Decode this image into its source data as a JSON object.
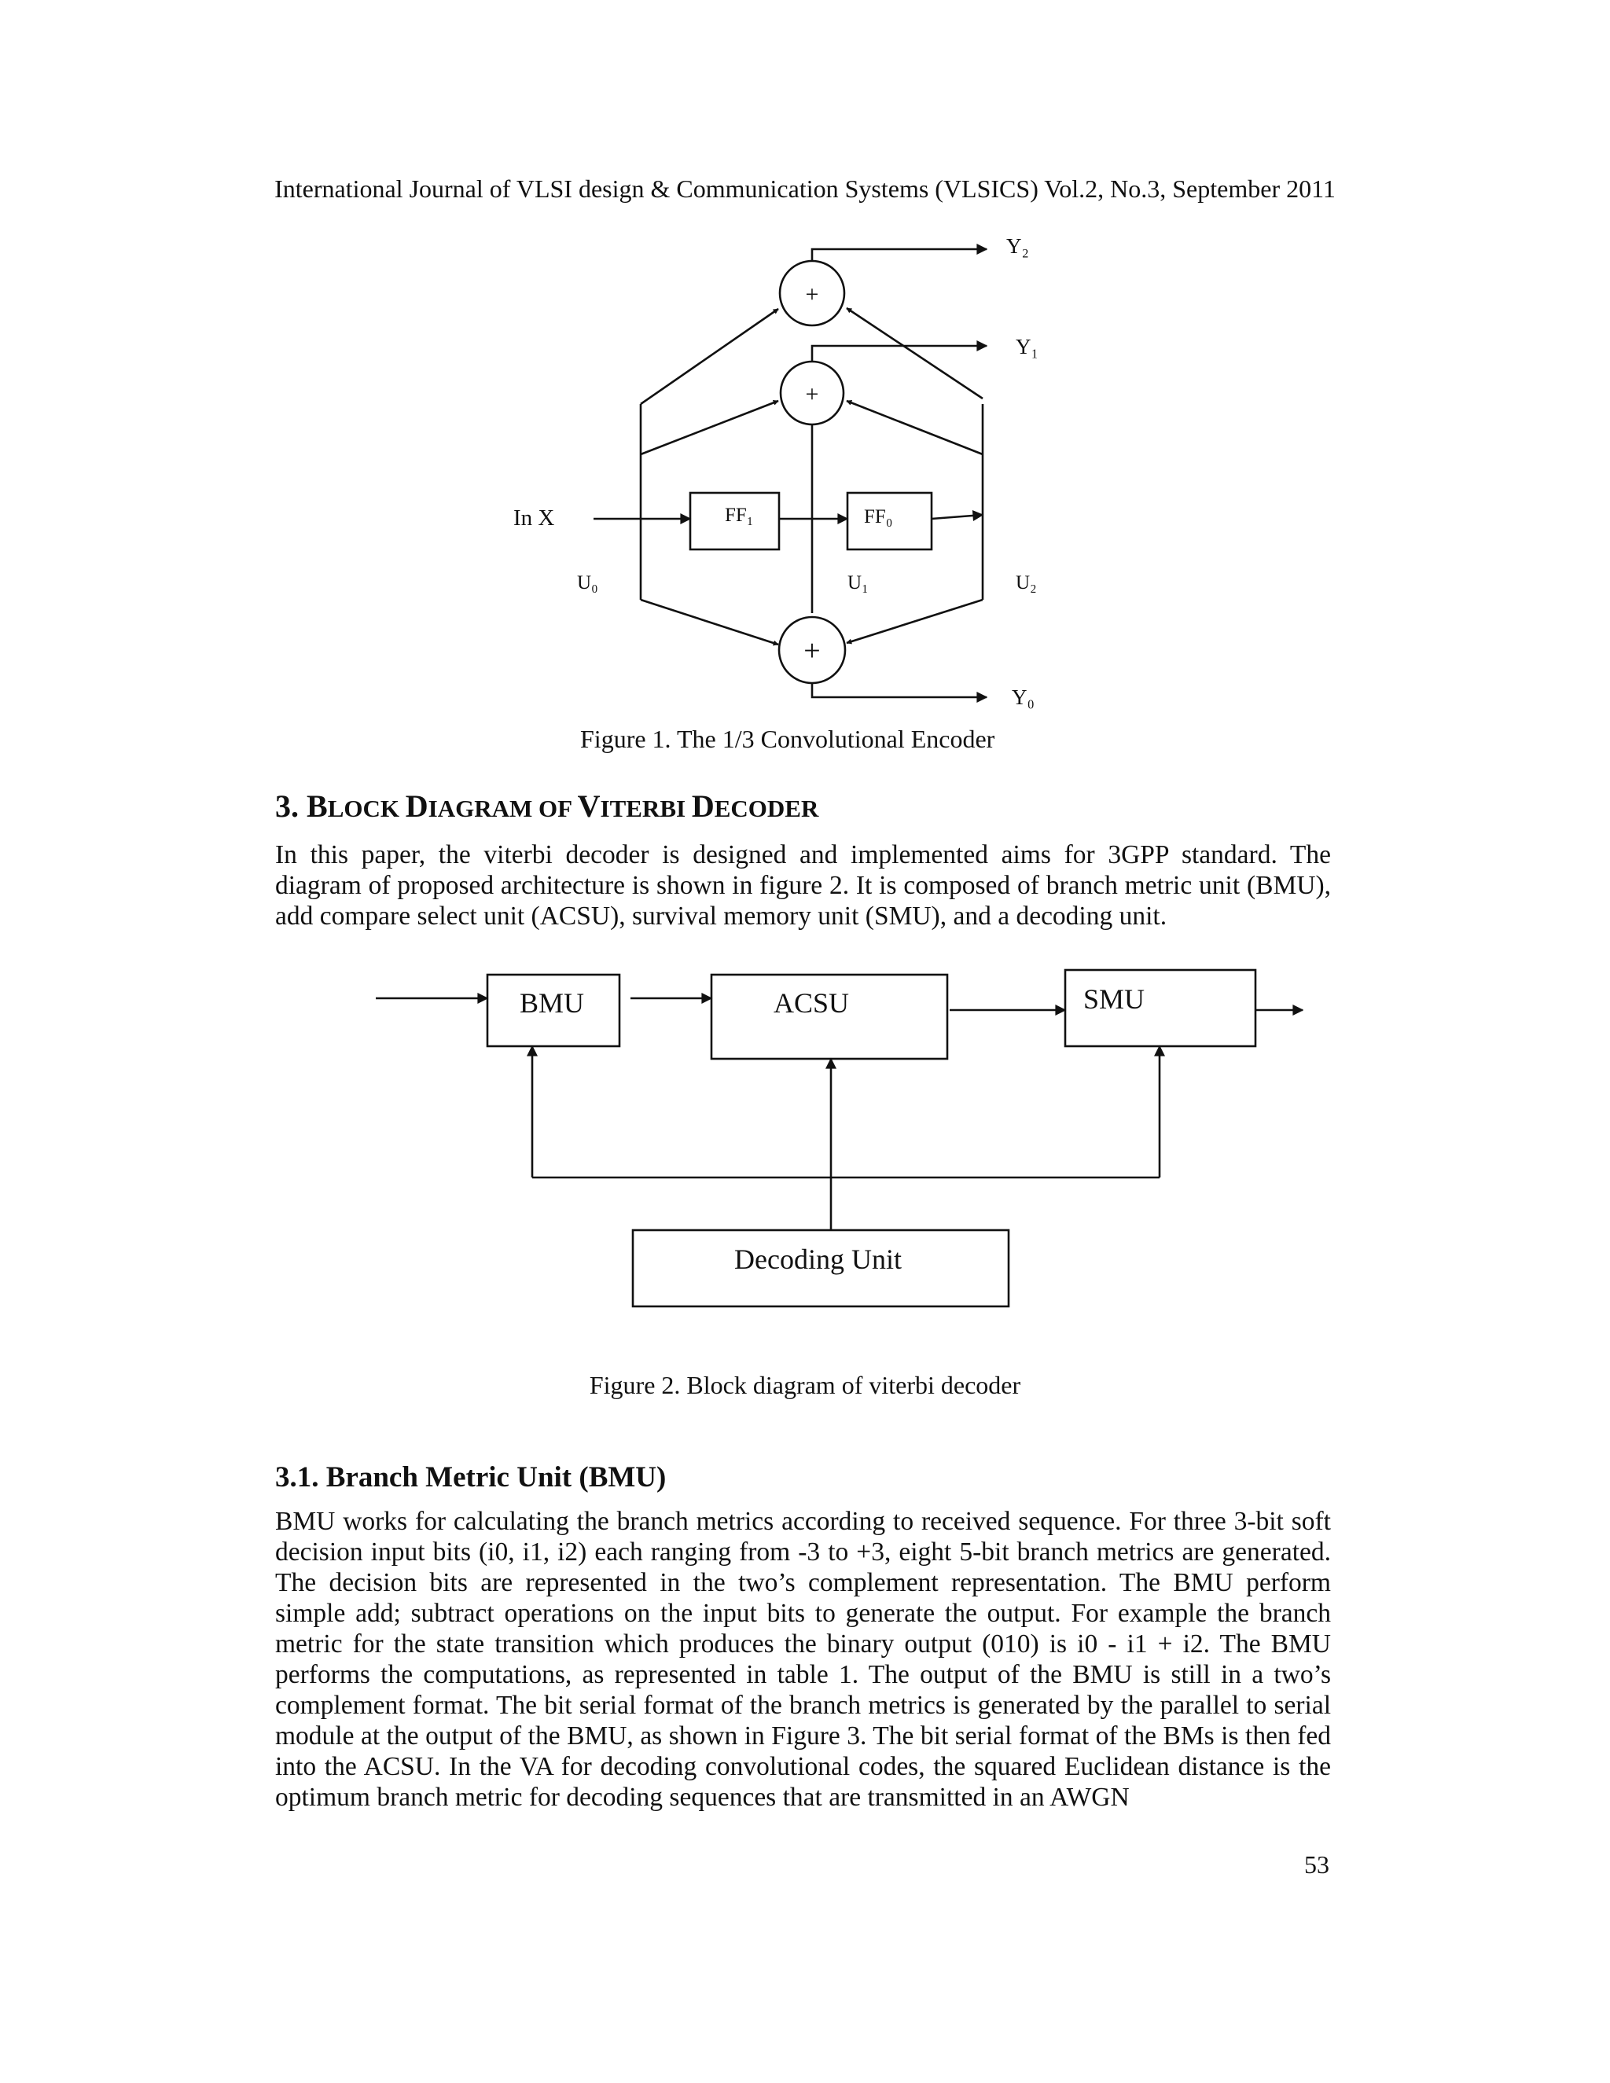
{
  "header": "International Journal of VLSI design & Communication Systems (VLSICS) Vol.2, No.3, September 2011",
  "figure1": {
    "plus": "+",
    "in_label": "In X",
    "ff1": "FF₁",
    "ff0": "FF₀",
    "u0": "U₀",
    "u1": "U₁",
    "u2": "U₂",
    "y2": "Y₂",
    "y1": "Y₁",
    "y0": "Y₀",
    "caption": "Figure 1. The 1/3 Convolutional Encoder"
  },
  "section3": {
    "number": "3. ",
    "title_parts": [
      {
        "cap": "B",
        "rest": "LOCK "
      },
      {
        "cap": "D",
        "rest": "IAGRAM OF "
      },
      {
        "cap": "V",
        "rest": "ITERBI "
      },
      {
        "cap": "D",
        "rest": "ECODER"
      }
    ],
    "paragraph": "In this paper, the viterbi decoder is designed and implemented aims for 3GPP standard. The diagram of proposed architecture is shown in figure 2. It is composed of branch metric unit (BMU), add compare select unit (ACSU), survival memory unit (SMU), and a decoding unit."
  },
  "figure2": {
    "bmu": "BMU",
    "acsu": "ACSU",
    "smu": "SMU",
    "decoding": "Decoding Unit",
    "caption": "Figure 2.  Block diagram of viterbi decoder"
  },
  "section31": {
    "title": "3.1. Branch Metric Unit (BMU)",
    "paragraph": "BMU works for calculating the branch metrics according to received sequence. For three 3-bit soft decision input bits (i0, i1, i2) each ranging from -3 to +3, eight 5-bit branch metrics are generated. The decision bits are represented in the two’s complement representation. The BMU perform simple add; subtract operations on the input bits to generate the output. For example the branch metric for the state transition which produces the binary output (010) is i0 - i1 + i2. The BMU performs the computations, as represented in table 1. The output of the BMU is still in a two’s complement format. The bit serial format of the branch metrics is generated by the parallel to serial module at the output of the BMU, as shown in Figure 3. The bit serial format of the BMs is then fed into the ACSU. In the VA for decoding convolutional codes, the squared Euclidean distance is the optimum branch metric for decoding sequences that are transmitted in an AWGN"
  },
  "page_number": "53"
}
